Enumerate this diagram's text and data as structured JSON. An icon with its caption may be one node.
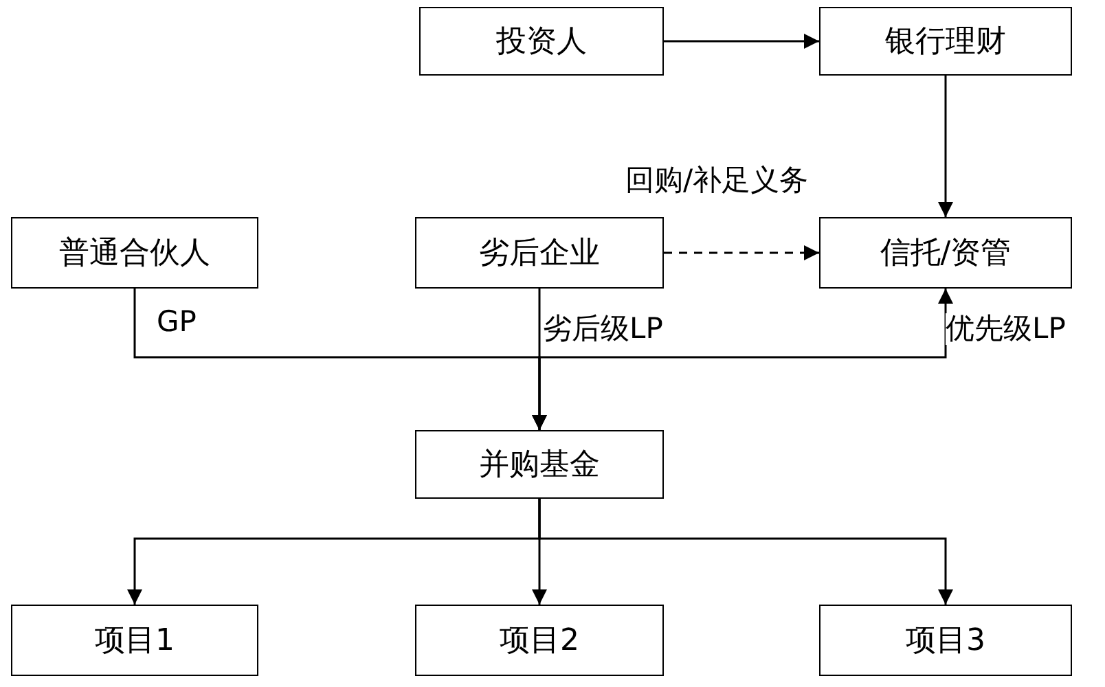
{
  "diagram": {
    "nodes": [
      {
        "text": [
          "投资人"
        ]
      },
      {
        "text": [
          "银行理财"
        ]
      },
      {
        "text": [
          "普通合伙人"
        ]
      },
      {
        "text": [
          "劣后企业"
        ]
      },
      {
        "text": [
          "信托/资管"
        ]
      },
      {
        "text": [
          "并购基金"
        ]
      },
      {
        "text": [
          "项目1"
        ]
      },
      {
        "text": [
          "项目2"
        ]
      },
      {
        "text": [
          "项目3"
        ]
      }
    ],
    "edges": [
      {
        "from": 0,
        "to": 1,
        "arrow": "to"
      },
      {
        "from": 1,
        "to": 4,
        "arrow": "to"
      },
      {
        "from": 3,
        "to": 4,
        "arrow": "to",
        "style": "dashed",
        "label": "回购/补足义务"
      },
      {
        "from": 2,
        "to": 5,
        "arrow": "to",
        "label": "GP"
      },
      {
        "from": 3,
        "to": 5,
        "arrow": "to",
        "label": "劣后级LP"
      },
      {
        "from": 4,
        "to": 5,
        "arrow": "both",
        "label": "优先级LP"
      },
      {
        "from": 5,
        "to": 6,
        "arrow": "to"
      },
      {
        "from": 5,
        "to": 7,
        "arrow": "to"
      },
      {
        "from": 5,
        "to": 8,
        "arrow": "to"
      }
    ]
  }
}
